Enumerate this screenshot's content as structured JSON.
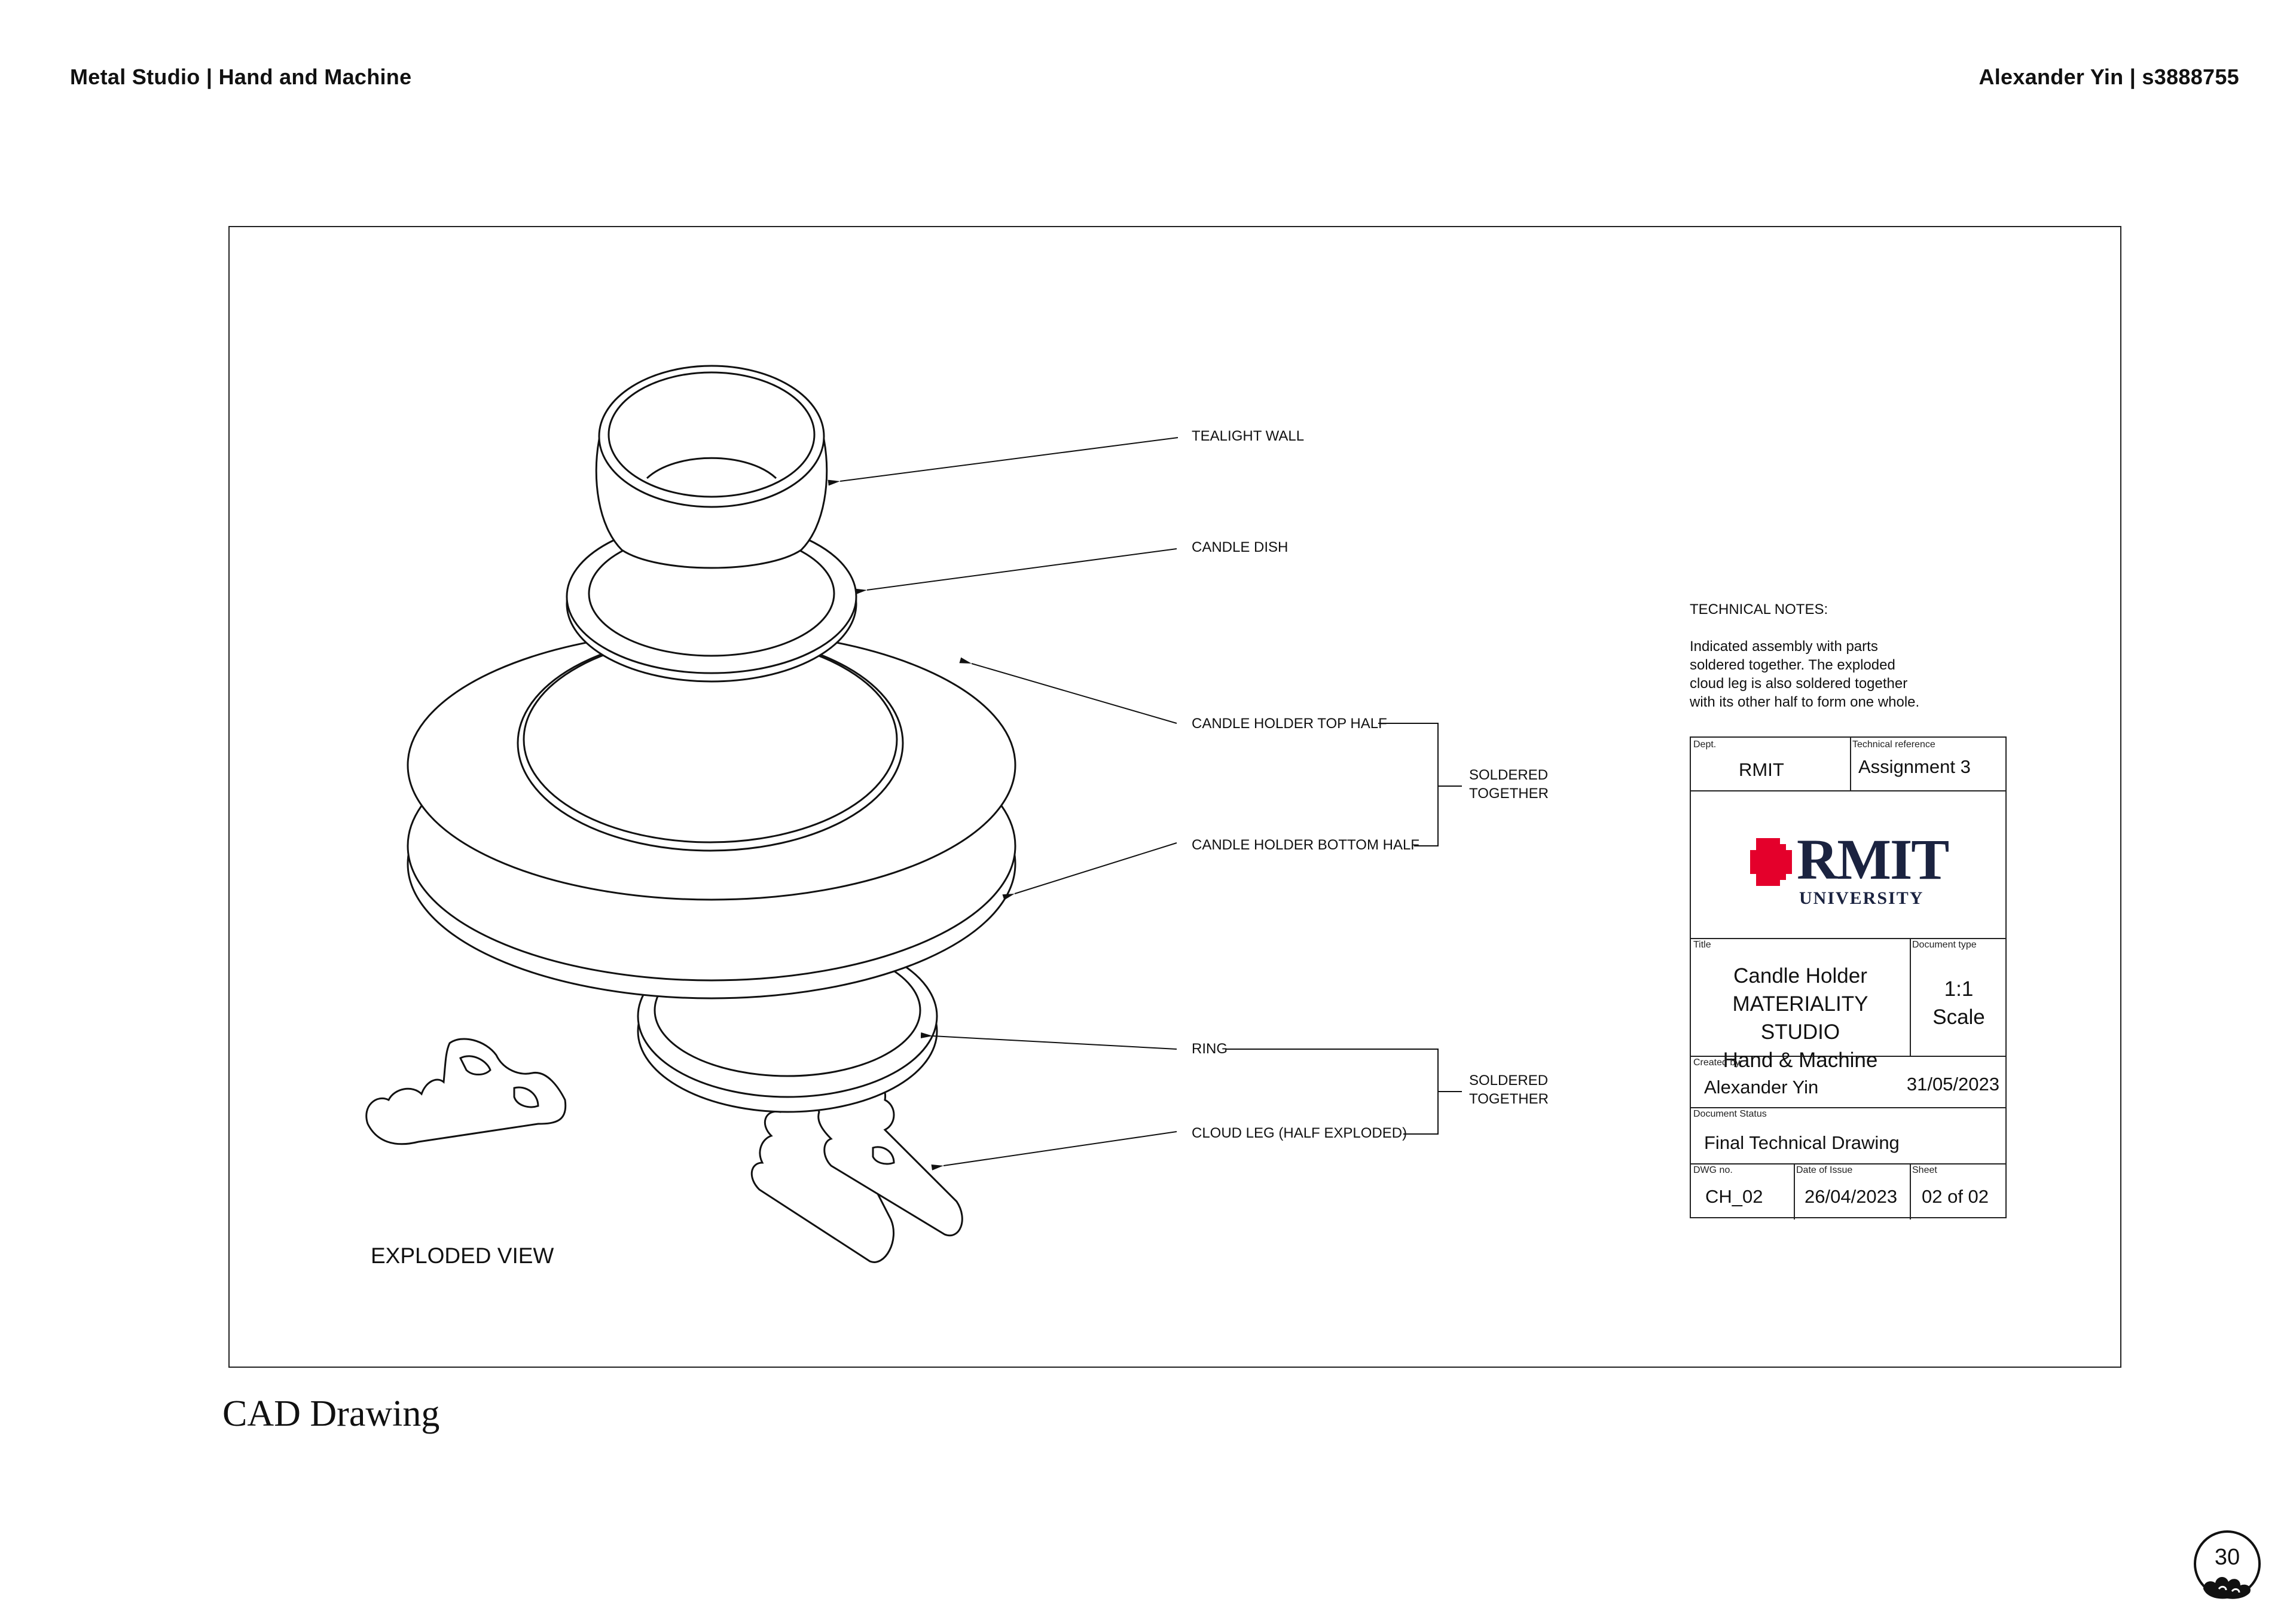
{
  "header": {
    "left": "Metal Studio | Hand and Machine",
    "right": "Alexander Yin | s3888755"
  },
  "drawing": {
    "labels": {
      "tealight_wall": "TEALIGHT WALL",
      "candle_dish": "CANDLE DISH",
      "top_half": "CANDLE HOLDER TOP HALF",
      "bottom_half": "CANDLE HOLDER BOTTOM HALF",
      "ring": "RING",
      "cloud_leg": "CLOUD LEG (HALF EXPLODED)",
      "soldered_1": [
        "SOLDERED",
        "TOGETHER"
      ],
      "soldered_2": [
        "SOLDERED",
        "TOGETHER"
      ]
    },
    "view_label": "EXPLODED VIEW"
  },
  "notes": {
    "title": "TECHNICAL NOTES:",
    "lines": [
      "Indicated assembly with parts",
      "soldered together. The exploded",
      "cloud leg is also soldered together",
      "with its other half to form one whole."
    ]
  },
  "title_block": {
    "dept": {
      "caption": "Dept.",
      "value": "RMIT"
    },
    "tech_ref": {
      "caption": "Technical reference",
      "value": "Assignment 3"
    },
    "logo": {
      "word": "RMIT",
      "sub": "UNIVERSITY",
      "accent": "#e4002b",
      "navy": "#1b2340"
    },
    "title": {
      "caption": "Title",
      "lines": [
        "Candle Holder",
        "MATERIALITY STUDIO",
        "Hand & Machine"
      ]
    },
    "doc_type": {
      "caption": "Document type",
      "lines": [
        "1:1",
        "Scale"
      ]
    },
    "created_by": {
      "caption": "Created by",
      "name": "Alexander Yin",
      "date": "31/05/2023"
    },
    "status": {
      "caption": "Document Status",
      "value": "Final Technical Drawing"
    },
    "dwg_no": {
      "caption": "DWG no.",
      "value": "CH_02"
    },
    "issue_date": {
      "caption": "Date of Issue",
      "value": "26/04/2023"
    },
    "sheet": {
      "caption": "Sheet",
      "value": "02 of 02"
    }
  },
  "caption": "CAD Drawing",
  "page_number": "30"
}
